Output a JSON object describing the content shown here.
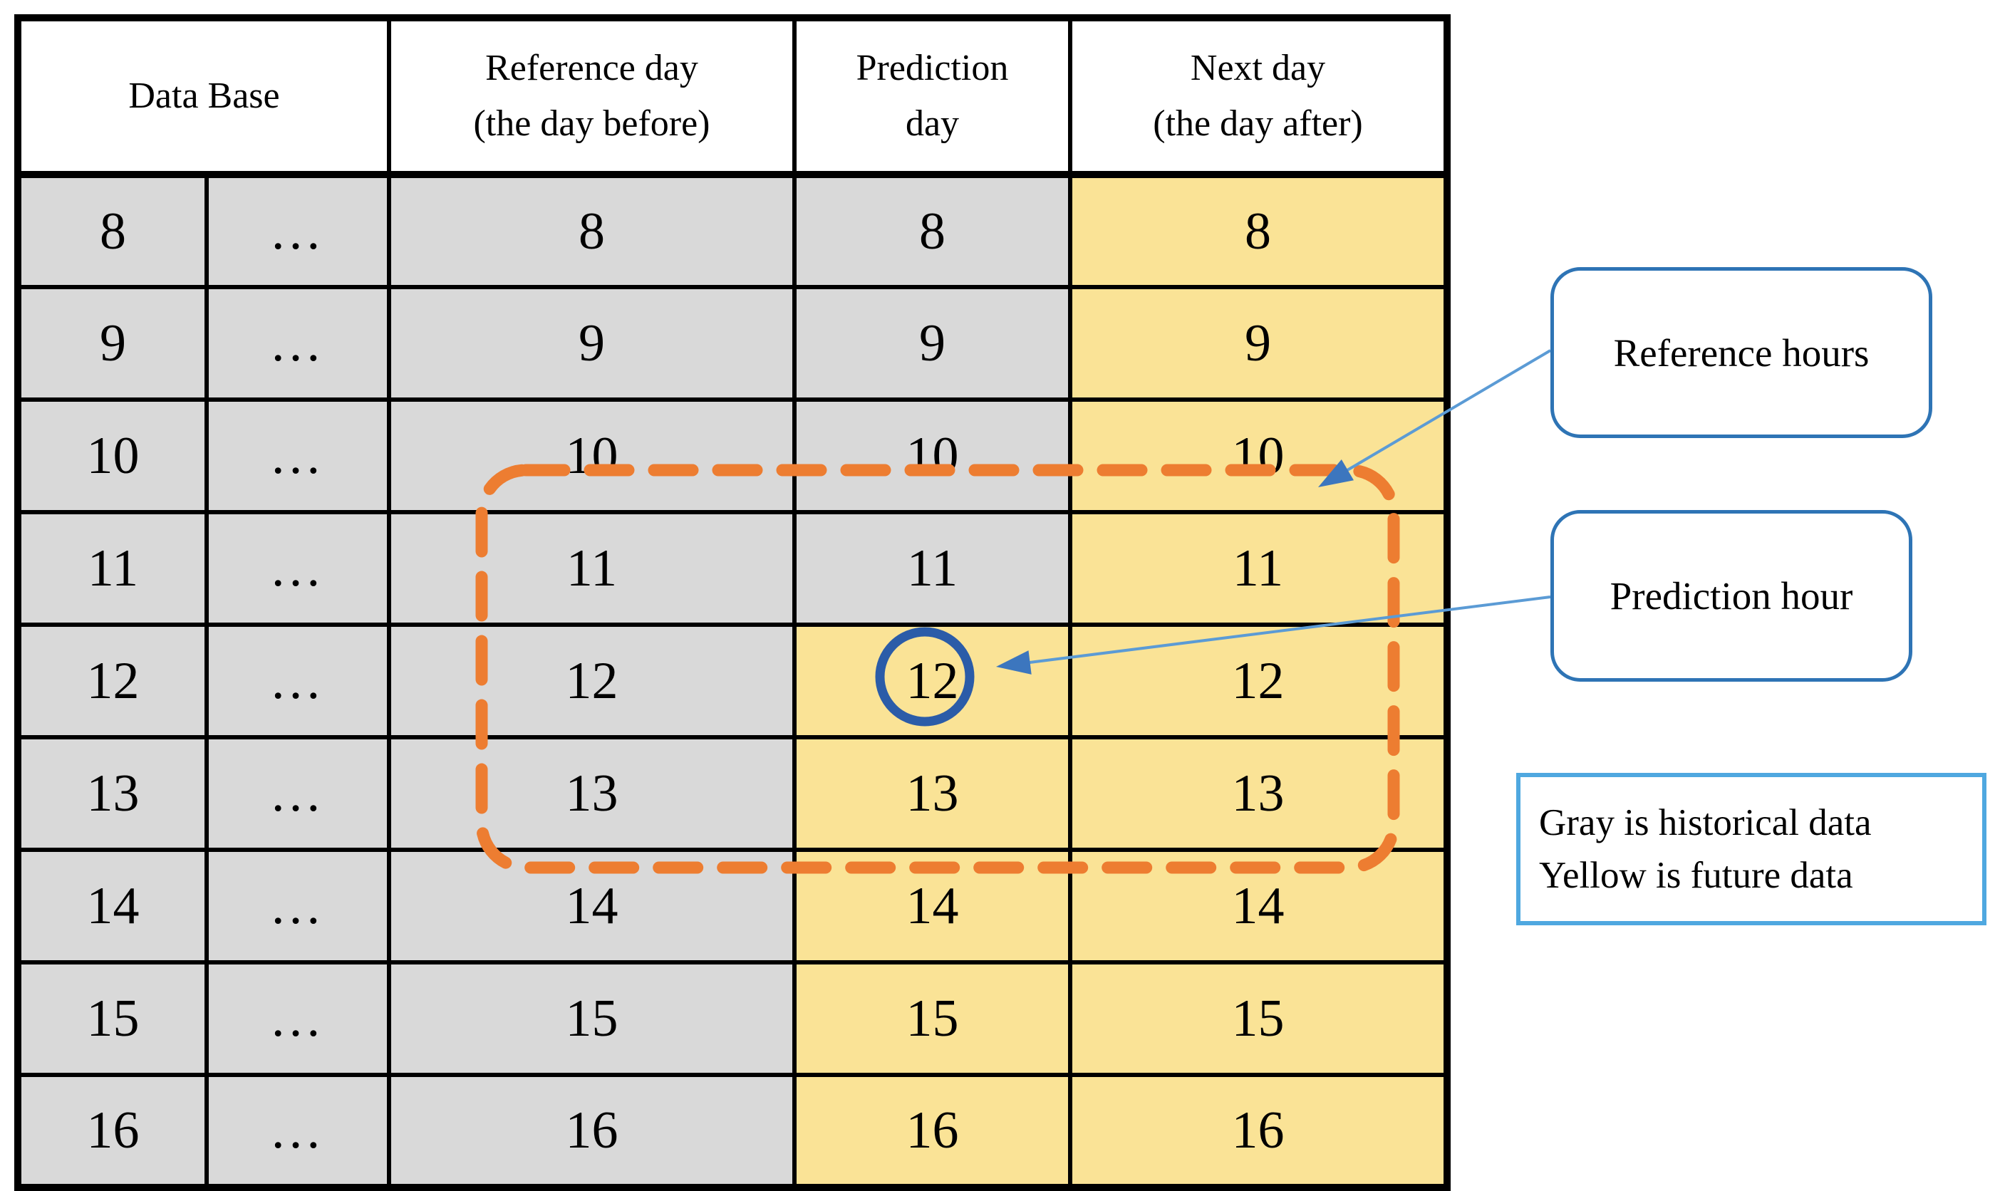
{
  "colors": {
    "historical": "#D9D9D9",
    "future": "#FAE396",
    "highlight-orange": "#ED7D31",
    "circle-blue": "#2B5CA8",
    "arrow-line": "#5B9BD5",
    "arrow-head": "#3C76BE",
    "callout-border": "#2E74B5",
    "legend-border": "#4FA8E0",
    "grid-line": "#000000"
  },
  "table": {
    "header": {
      "database": "Data Base",
      "reference_line1": "Reference day",
      "reference_line2": "(the day before)",
      "prediction_line1": "Prediction",
      "prediction_line2": "day",
      "next_line1": "Next day",
      "next_line2": "(the day after)"
    },
    "rows": [
      {
        "cells": [
          {
            "v": "8",
            "c": "gray"
          },
          {
            "v": "…",
            "c": "gray dots"
          },
          {
            "v": "8",
            "c": "gray"
          },
          {
            "v": "8",
            "c": "gray"
          },
          {
            "v": "8",
            "c": "yellow"
          }
        ]
      },
      {
        "cells": [
          {
            "v": "9",
            "c": "gray"
          },
          {
            "v": "…",
            "c": "gray dots"
          },
          {
            "v": "9",
            "c": "gray"
          },
          {
            "v": "9",
            "c": "gray"
          },
          {
            "v": "9",
            "c": "yellow"
          }
        ]
      },
      {
        "cells": [
          {
            "v": "10",
            "c": "gray"
          },
          {
            "v": "…",
            "c": "gray dots"
          },
          {
            "v": "10",
            "c": "gray"
          },
          {
            "v": "10",
            "c": "gray"
          },
          {
            "v": "10",
            "c": "yellow"
          }
        ]
      },
      {
        "cells": [
          {
            "v": "11",
            "c": "gray"
          },
          {
            "v": "…",
            "c": "gray dots"
          },
          {
            "v": "11",
            "c": "gray"
          },
          {
            "v": "11",
            "c": "gray"
          },
          {
            "v": "11",
            "c": "yellow"
          }
        ]
      },
      {
        "cells": [
          {
            "v": "12",
            "c": "gray"
          },
          {
            "v": "…",
            "c": "gray dots"
          },
          {
            "v": "12",
            "c": "gray"
          },
          {
            "v": "12",
            "c": "yellow"
          },
          {
            "v": "12",
            "c": "yellow"
          }
        ]
      },
      {
        "cells": [
          {
            "v": "13",
            "c": "gray"
          },
          {
            "v": "…",
            "c": "gray dots"
          },
          {
            "v": "13",
            "c": "gray"
          },
          {
            "v": "13",
            "c": "yellow"
          },
          {
            "v": "13",
            "c": "yellow"
          }
        ]
      },
      {
        "cells": [
          {
            "v": "14",
            "c": "gray"
          },
          {
            "v": "…",
            "c": "gray dots"
          },
          {
            "v": "14",
            "c": "gray"
          },
          {
            "v": "14",
            "c": "yellow"
          },
          {
            "v": "14",
            "c": "yellow"
          }
        ]
      },
      {
        "cells": [
          {
            "v": "15",
            "c": "gray"
          },
          {
            "v": "…",
            "c": "gray dots"
          },
          {
            "v": "15",
            "c": "gray"
          },
          {
            "v": "15",
            "c": "yellow"
          },
          {
            "v": "15",
            "c": "yellow"
          }
        ]
      },
      {
        "cells": [
          {
            "v": "16",
            "c": "gray"
          },
          {
            "v": "…",
            "c": "gray dots"
          },
          {
            "v": "16",
            "c": "gray"
          },
          {
            "v": "16",
            "c": "yellow"
          },
          {
            "v": "16",
            "c": "yellow"
          }
        ]
      }
    ]
  },
  "annotations": {
    "reference_hours_label": "Reference hours",
    "prediction_hour_label": "Prediction hour",
    "circled_value": "12",
    "legend_line1": "Gray is historical data",
    "legend_line2": "Yellow is future data"
  }
}
